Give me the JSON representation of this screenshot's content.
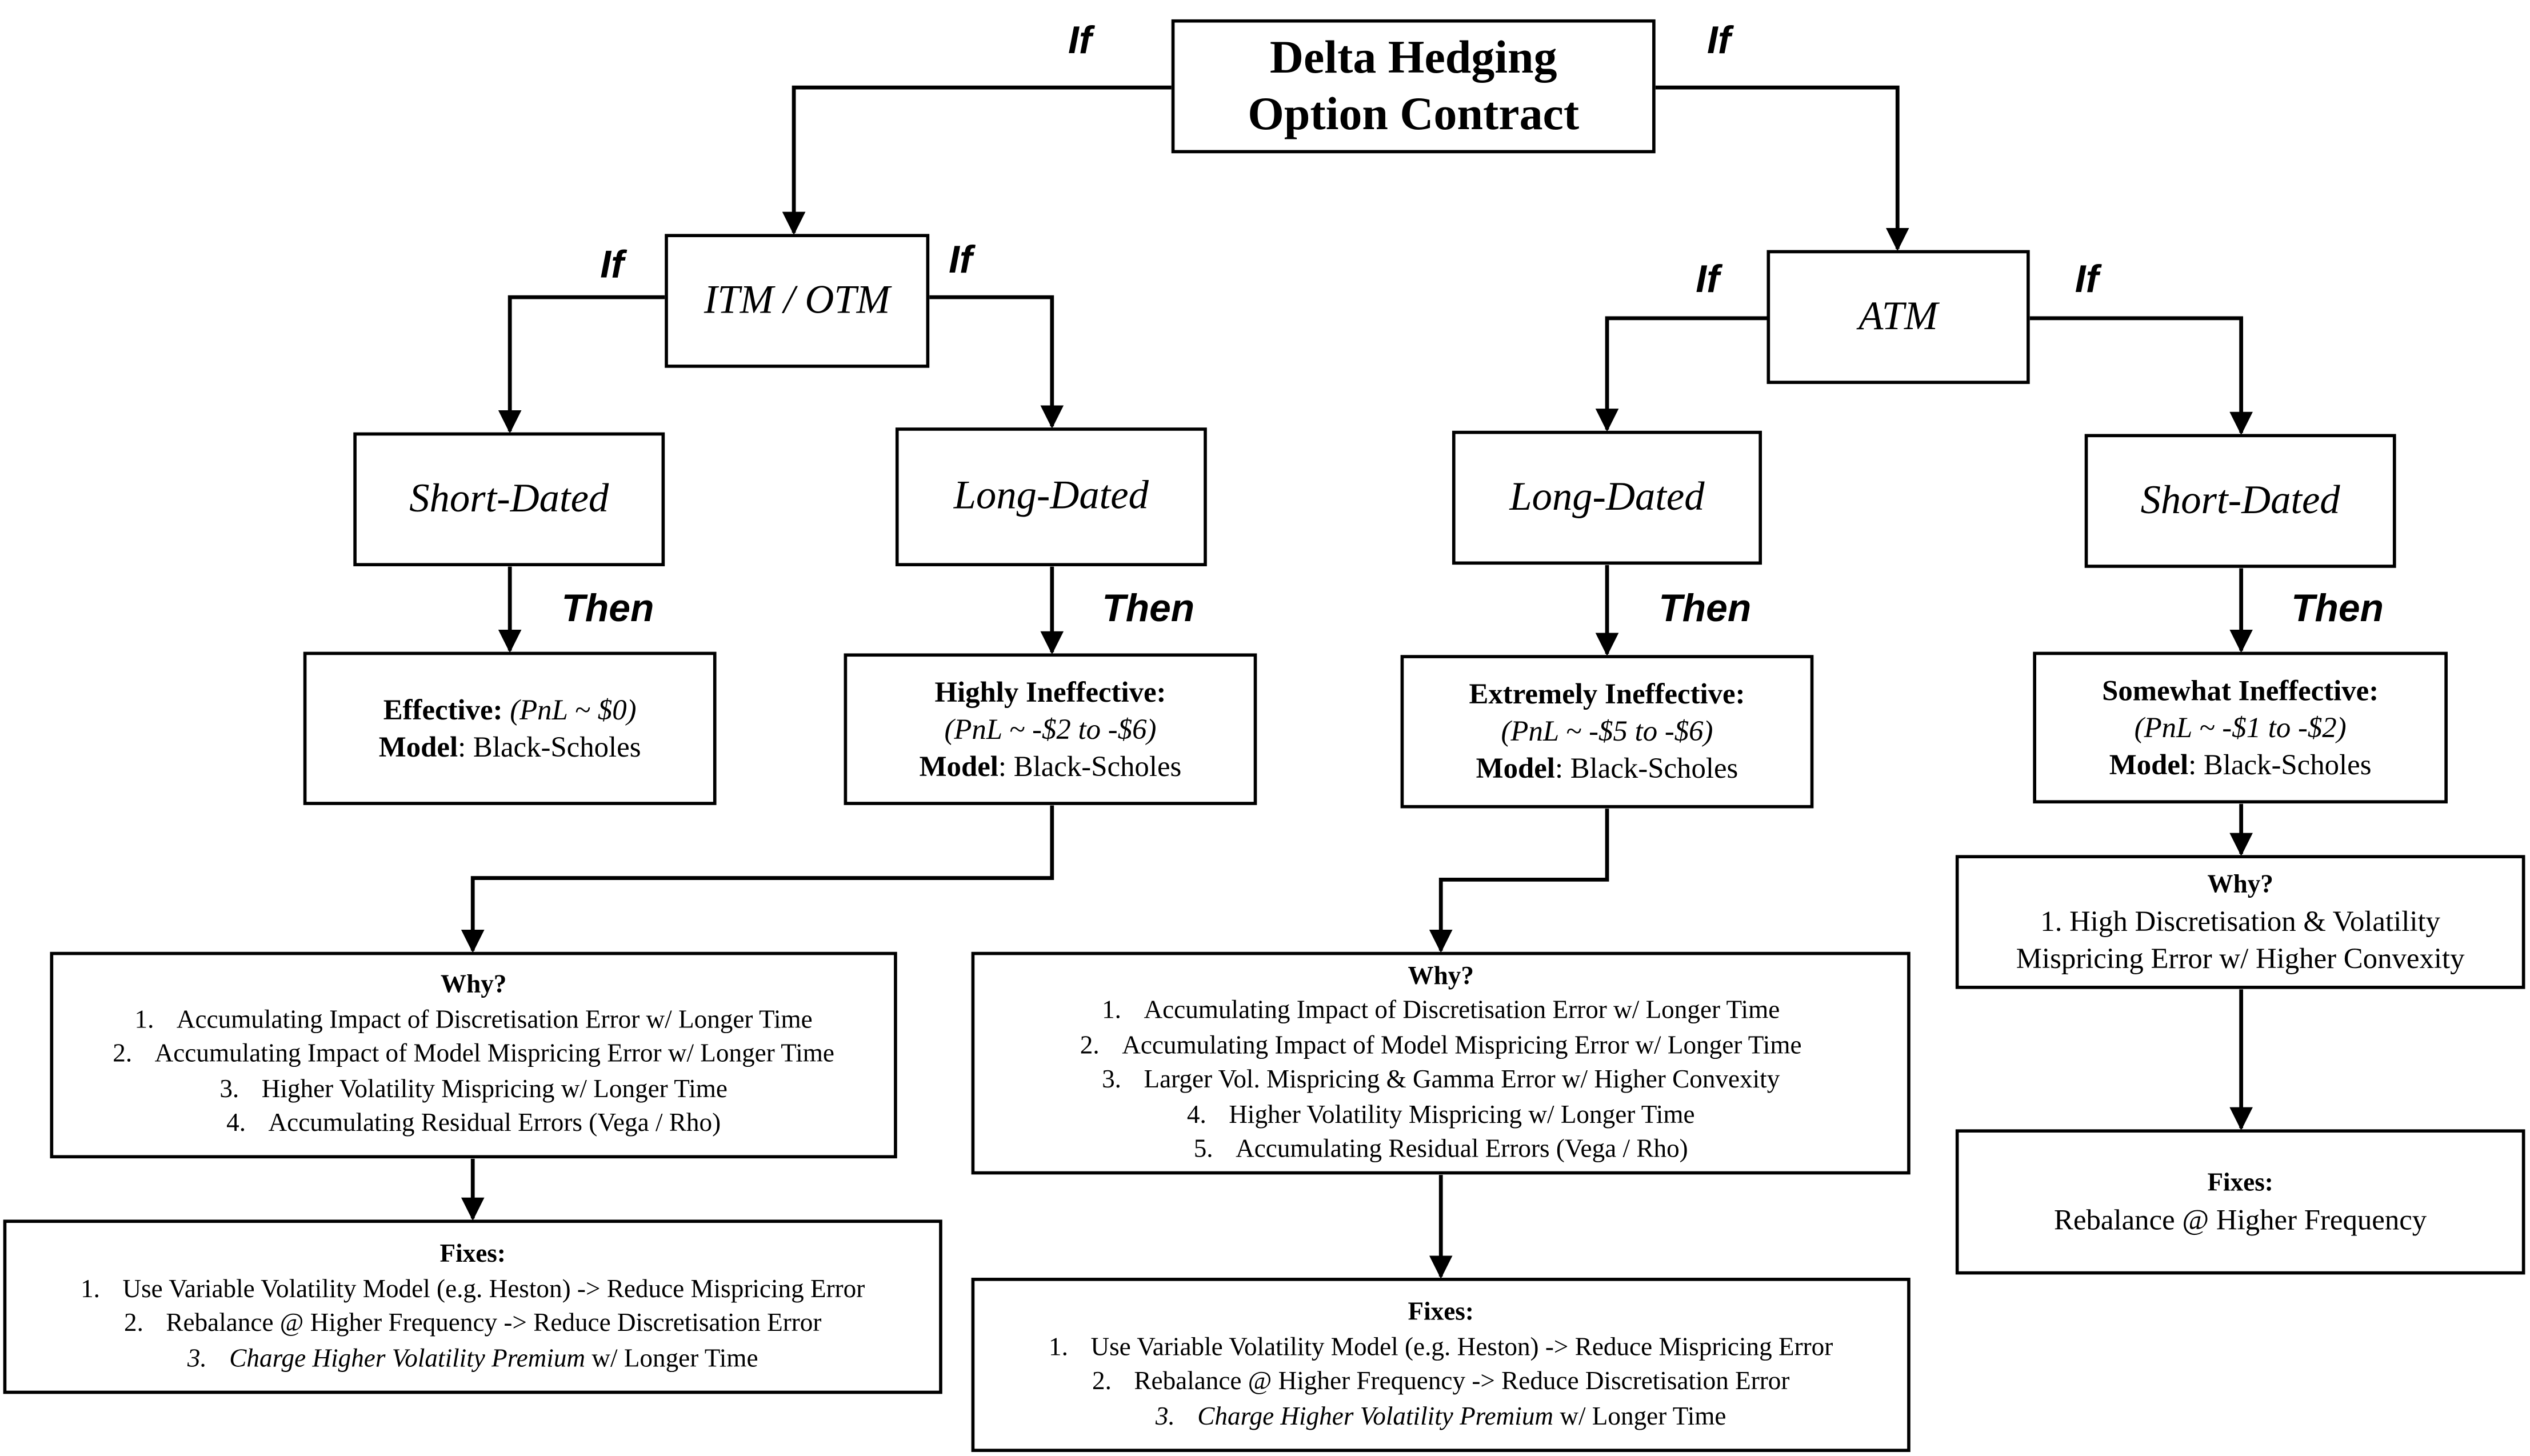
{
  "root": {
    "line1": "Delta Hedging",
    "line2": "Option Contract"
  },
  "connector_if": "If",
  "connector_then": "Then",
  "branches": {
    "itm_otm": "ITM / OTM",
    "atm": "ATM"
  },
  "leaves": {
    "itm_short": "Short-Dated",
    "itm_long": "Long-Dated",
    "atm_long": "Long-Dated",
    "atm_short": "Short-Dated"
  },
  "results": {
    "itm_short": {
      "verdict": "Effective:",
      "pnl": "(PnL ~ $0)",
      "model_label": "Model",
      "model_value": ": Black-Scholes"
    },
    "itm_long": {
      "verdict": "Highly Ineffective:",
      "pnl": "(PnL ~ -$2 to -$6)",
      "model_label": "Model",
      "model_value": ": Black-Scholes"
    },
    "atm_long": {
      "verdict": "Extremely Ineffective:",
      "pnl": "(PnL ~ -$5 to -$6)",
      "model_label": "Model",
      "model_value": ": Black-Scholes"
    },
    "atm_short": {
      "verdict": "Somewhat Ineffective:",
      "pnl": "(PnL ~ -$1 to -$2)",
      "model_label": "Model",
      "model_value": ": Black-Scholes"
    }
  },
  "why": {
    "heading": "Why?",
    "itm_long": [
      {
        "num": "1.",
        "text": "Accumulating Impact of Discretisation Error w/ Longer Time"
      },
      {
        "num": "2.",
        "text": "Accumulating Impact of Model Mispricing Error w/ Longer Time"
      },
      {
        "num": "3.",
        "text": "Higher Volatility Mispricing w/ Longer Time"
      },
      {
        "num": "4.",
        "text": "Accumulating Residual Errors (Vega / Rho)"
      }
    ],
    "atm_long": [
      {
        "num": "1.",
        "text": "Accumulating Impact of Discretisation Error w/ Longer Time"
      },
      {
        "num": "2.",
        "text": "Accumulating Impact of Model Mispricing Error w/ Longer Time"
      },
      {
        "num": "3.",
        "text": "Larger Vol. Mispricing & Gamma Error w/ Higher Convexity"
      },
      {
        "num": "4.",
        "text": "Higher Volatility Mispricing w/ Longer Time"
      },
      {
        "num": "5.",
        "text": "Accumulating Residual Errors (Vega / Rho)"
      }
    ],
    "atm_short": {
      "line1": "1. High Discretisation & Volatility",
      "line2": "Mispricing Error w/ Higher Convexity"
    }
  },
  "fixes": {
    "heading": "Fixes:",
    "itm_long": [
      {
        "num": "1.",
        "text": "Use Variable Volatility Model (e.g. Heston) -> Reduce Mispricing Error"
      },
      {
        "num": "2.",
        "text": "Rebalance @ Higher Frequency -> Reduce Discretisation Error"
      },
      {
        "num": "3.",
        "text_italic": "Charge Higher Volatility Premium",
        "text": " w/ Longer Time"
      }
    ],
    "atm_long": [
      {
        "num": "1.",
        "text": "Use Variable Volatility Model (e.g. Heston) -> Reduce Mispricing Error"
      },
      {
        "num": "2.",
        "text": "Rebalance @ Higher Frequency -> Reduce Discretisation Error"
      },
      {
        "num": "3.",
        "text_italic": "Charge Higher Volatility Premium",
        "text": " w/ Longer Time"
      }
    ],
    "atm_short": "Rebalance @ Higher Frequency"
  }
}
